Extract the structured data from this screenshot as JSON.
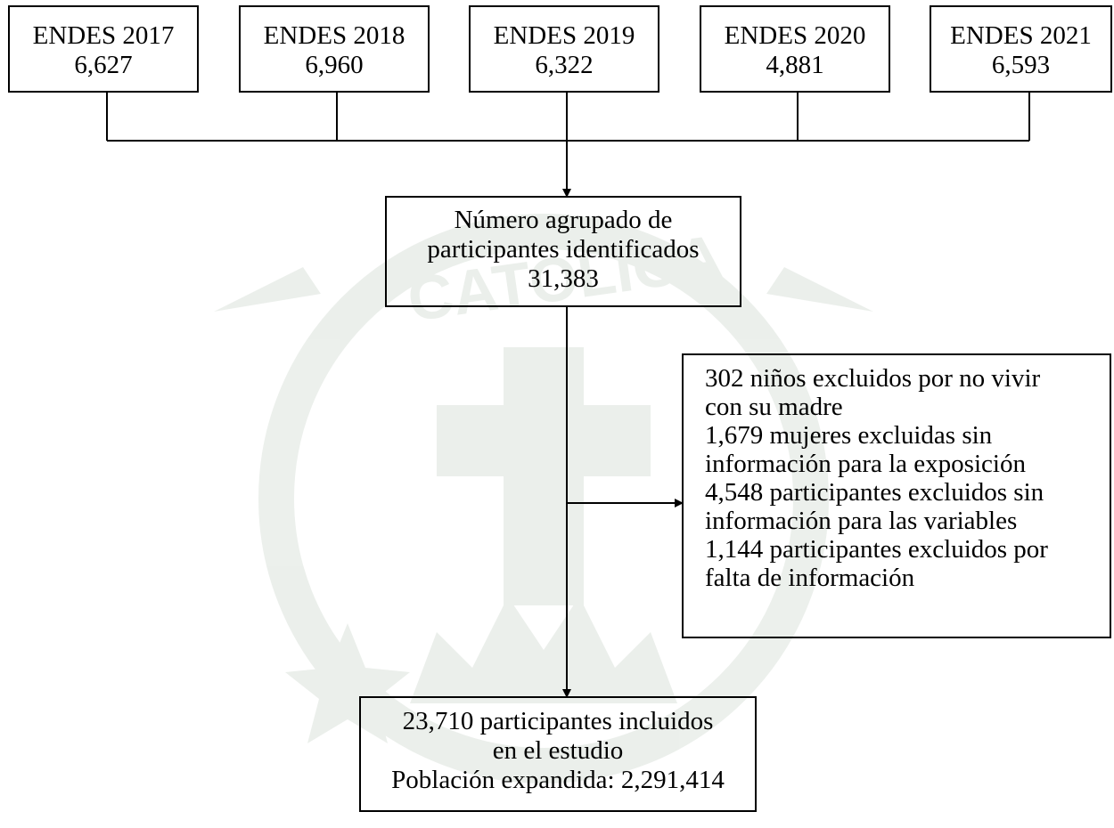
{
  "sources": [
    {
      "label": "ENDES 2017",
      "count": "6,627"
    },
    {
      "label": "ENDES 2018",
      "count": "6,960"
    },
    {
      "label": "ENDES 2019",
      "count": "6,322"
    },
    {
      "label": "ENDES 2020",
      "count": "4,881"
    },
    {
      "label": "ENDES 2021",
      "count": "6,593"
    }
  ],
  "pooled": {
    "line1": "Número agrupado de",
    "line2": "participantes identificados",
    "count": "31,383"
  },
  "exclusions": {
    "lines": [
      "302 niños excluidos por no vivir",
      "con su madre",
      "1,679 mujeres excluidas sin",
      "información para la exposición",
      "4,548 participantes excluidos sin",
      "información para las variables",
      "1,144 participantes excluidos por",
      "falta de información"
    ]
  },
  "final": {
    "line1": "23,710 participantes incluidos",
    "line2": "en el estudio",
    "line3": "Población expandida: 2,291,414"
  },
  "watermark": {
    "text": "CATOLICA",
    "color": "#6e8a6e"
  }
}
